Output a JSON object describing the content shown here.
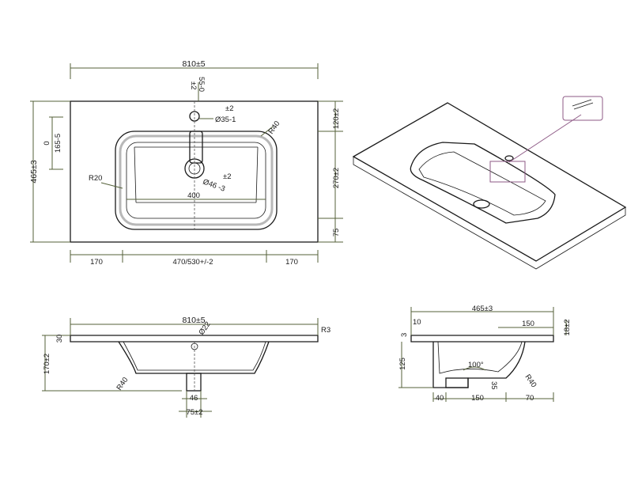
{
  "colors": {
    "dimension_line": "#55613a",
    "object_line": "#1a1a1a",
    "detail_box": "#8e5a86",
    "background": "#ffffff"
  },
  "top_view": {
    "overall_width": "810±5",
    "tap_hole_offset_tol": "±2",
    "tap_hole_offset": "55-0",
    "tap_hole_dia_tol": "±2",
    "tap_hole_dia": "Ø35-1",
    "left_offset_top": "0",
    "left_offset": "165-5",
    "overall_depth": "465±3",
    "bowl_radius_tr": "R40",
    "bowl_radius_l": "R20",
    "drain_dia_tol": "±2",
    "drain_dia": "Ø46 -3",
    "bowl_inner_width": "400",
    "right_top": "120±2",
    "right_mid": "270±2",
    "right_bottom": "75",
    "bottom_left": "170",
    "bottom_mid": "470/530+/-2",
    "bottom_right": "170"
  },
  "front_view": {
    "overall_width": "810±5",
    "thickness": "30",
    "height": "170±2",
    "drain_dia": "Ø22",
    "right_radius": "R3",
    "left_radius": "R40",
    "waste_width": "46",
    "waste_outer": "75±2"
  },
  "side_view": {
    "overall_depth": "465±3",
    "back_edge": "10",
    "front_depth": "150",
    "lip_height": "18±2",
    "slab_thickness": "3",
    "bowl_height": "125",
    "angle": "100°",
    "waste_height": "35",
    "front_radius": "R40",
    "bottom_left": "40",
    "bottom_mid": "150",
    "bottom_right": "70"
  }
}
